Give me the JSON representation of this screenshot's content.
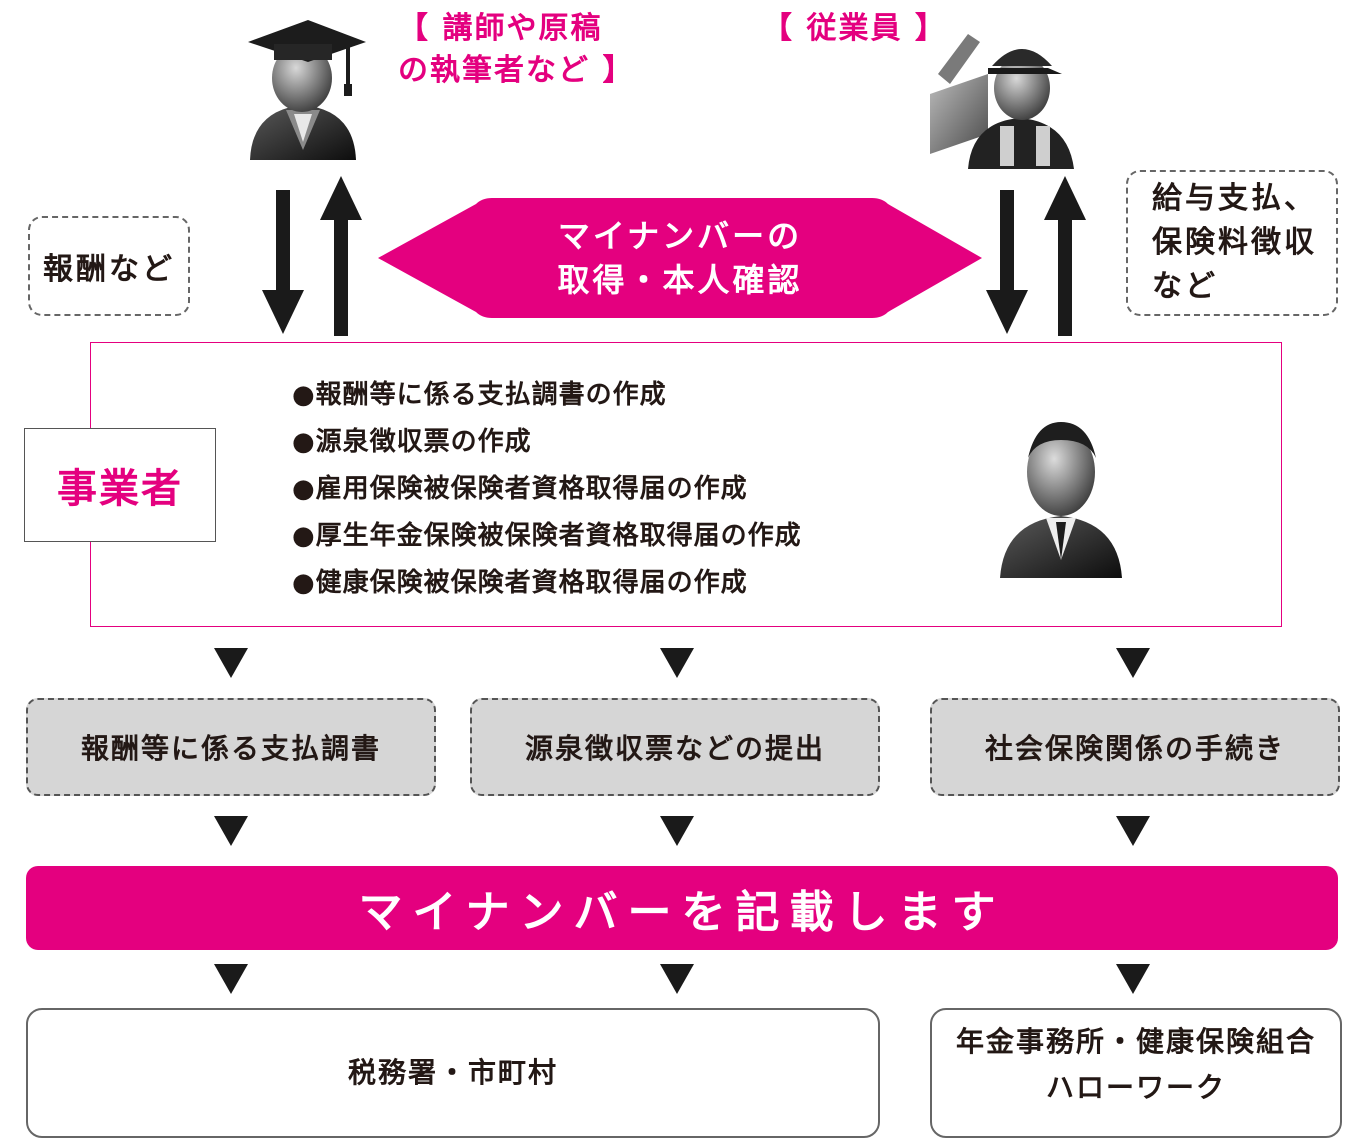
{
  "roles": {
    "lecturer": [
      "【 講師や原稿",
      "の執筆者など 】"
    ],
    "employee": "【 従業員 】"
  },
  "side_notes": {
    "left": "報酬など",
    "right": [
      "給与支払、",
      "保険料徴収",
      "など"
    ]
  },
  "center_banner": [
    "マイナンバーの",
    "取得・本人確認"
  ],
  "business": {
    "label": "事業者",
    "tasks": [
      "●報酬等に係る支払調書の作成",
      "●源泉徴収票の作成",
      "●雇用保険被保険者資格取得届の作成",
      "●厚生年金保険被保険者資格取得届の作成",
      "●健康保険被保険者資格取得届の作成"
    ]
  },
  "documents": [
    "報酬等に係る支払調書",
    "源泉徴収票などの提出",
    "社会保険関係の手続き"
  ],
  "main_banner": "マイナンバーを記載します",
  "destinations": {
    "left": "税務署・市町村",
    "right": [
      "年金事務所・健康保険組合",
      "ハローワーク"
    ]
  },
  "colors": {
    "accent": "#e4007f",
    "doc_box": "#d6d6d6",
    "arrow": "#1a1a1a"
  }
}
